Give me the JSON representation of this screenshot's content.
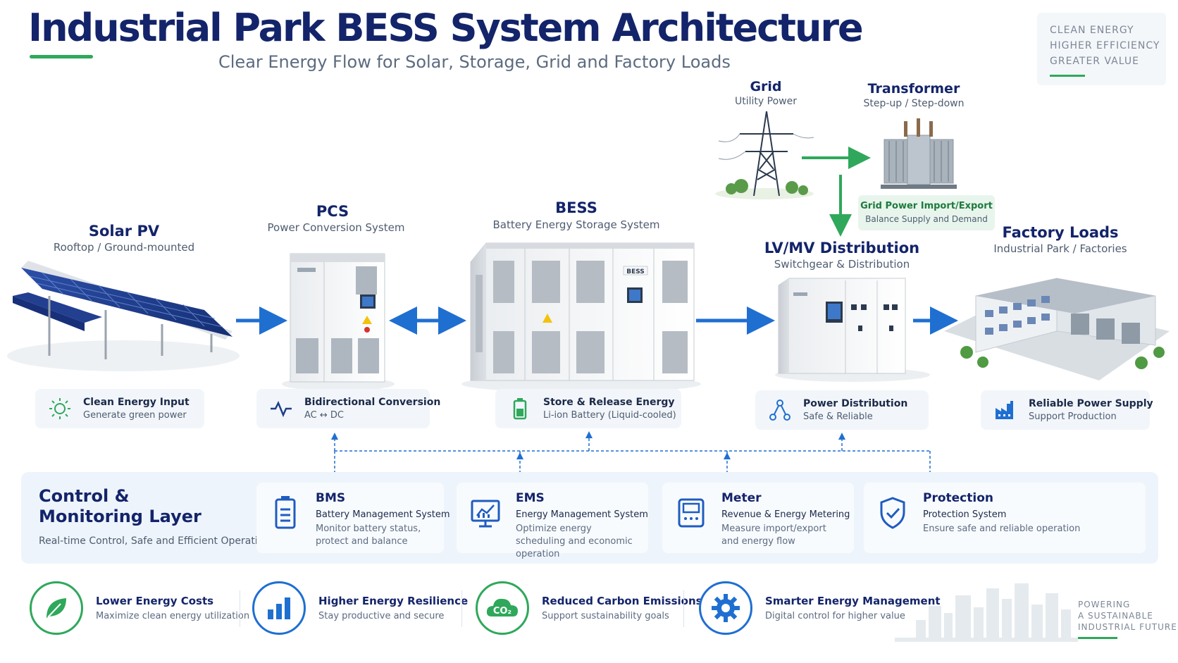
{
  "header": {
    "title": "Industrial Park BESS System Architecture",
    "subtitle": "Clear Energy Flow for Solar, Storage, Grid and Factory Loads"
  },
  "tagline": {
    "lines": [
      "CLEAN ENERGY",
      "HIGHER EFFICIENCY",
      "GREATER VALUE"
    ]
  },
  "components": {
    "solar": {
      "title": "Solar PV",
      "subtitle": "Rooftop / Ground-mounted"
    },
    "pcs": {
      "title": "PCS",
      "subtitle": "Power Conversion System"
    },
    "bess": {
      "title": "BESS",
      "subtitle": "Battery Energy Storage System",
      "cabinet_label": "BESS"
    },
    "grid": {
      "title": "Grid",
      "subtitle": "Utility Power"
    },
    "transformer": {
      "title": "Transformer",
      "subtitle": "Step-up / Step-down"
    },
    "distribution": {
      "title": "LV/MV Distribution",
      "subtitle": "Switchgear & Distribution"
    },
    "factory": {
      "title": "Factory Loads",
      "subtitle": "Industrial Park / Factories"
    }
  },
  "grid_box": {
    "title": "Grid Power Import/Export",
    "subtitle": "Balance Supply and Demand"
  },
  "feature_cards": [
    {
      "title": "Clean Energy Input",
      "subtitle": "Generate green power",
      "icon": "sun-icon"
    },
    {
      "title": "Bidirectional Conversion",
      "subtitle": "AC ↔ DC",
      "icon": "waveform-icon"
    },
    {
      "title": "Store & Release Energy",
      "subtitle": "Li-ion Battery (Liquid-cooled)",
      "icon": "battery-icon"
    },
    {
      "title": "Power Distribution",
      "subtitle": "Safe & Reliable",
      "icon": "network-icon"
    },
    {
      "title": "Reliable Power Supply",
      "subtitle": "Support Production",
      "icon": "factory-icon"
    }
  ],
  "control_layer": {
    "title_line1": "Control &",
    "title_line2": "Monitoring Layer",
    "subtitle": "Real-time Control, Safe and Efficient Operation",
    "modules": [
      {
        "title": "BMS",
        "subtitle": "Battery Management System",
        "desc": "Monitor battery status, protect and balance",
        "icon": "battery-monitor-icon"
      },
      {
        "title": "EMS",
        "subtitle": "Energy Management System",
        "desc": "Optimize energy scheduling and economic operation",
        "icon": "monitor-chart-icon"
      },
      {
        "title": "Meter",
        "subtitle": "Revenue & Energy Metering",
        "desc": "Measure import/export and energy flow",
        "icon": "meter-icon"
      },
      {
        "title": "Protection",
        "subtitle": "Protection System",
        "desc": "Ensure safe and reliable operation",
        "icon": "shield-check-icon"
      }
    ]
  },
  "benefits": [
    {
      "title": "Lower Energy Costs",
      "subtitle": "Maximize clean energy utilization",
      "icon": "leaf-icon",
      "color": "#2fa85b"
    },
    {
      "title": "Higher Energy Resilience",
      "subtitle": "Stay productive and secure",
      "icon": "bar-chart-icon",
      "color": "#1f6fd1"
    },
    {
      "title": "Reduced Carbon Emissions",
      "subtitle": "Support sustainability goals",
      "icon": "co2-cloud-icon",
      "color": "#2fa85b",
      "icon_text": "CO₂"
    },
    {
      "title": "Smarter Energy Management",
      "subtitle": "Digital control for higher value",
      "icon": "gear-icon",
      "color": "#1f6fd1"
    }
  ],
  "footer": {
    "lines": [
      "POWERING",
      "A SUSTAINABLE",
      "INDUSTRIAL FUTURE"
    ]
  },
  "colors": {
    "brand_navy": "#13246a",
    "flow_blue": "#1f6fd1",
    "grid_green": "#2fa85b"
  }
}
